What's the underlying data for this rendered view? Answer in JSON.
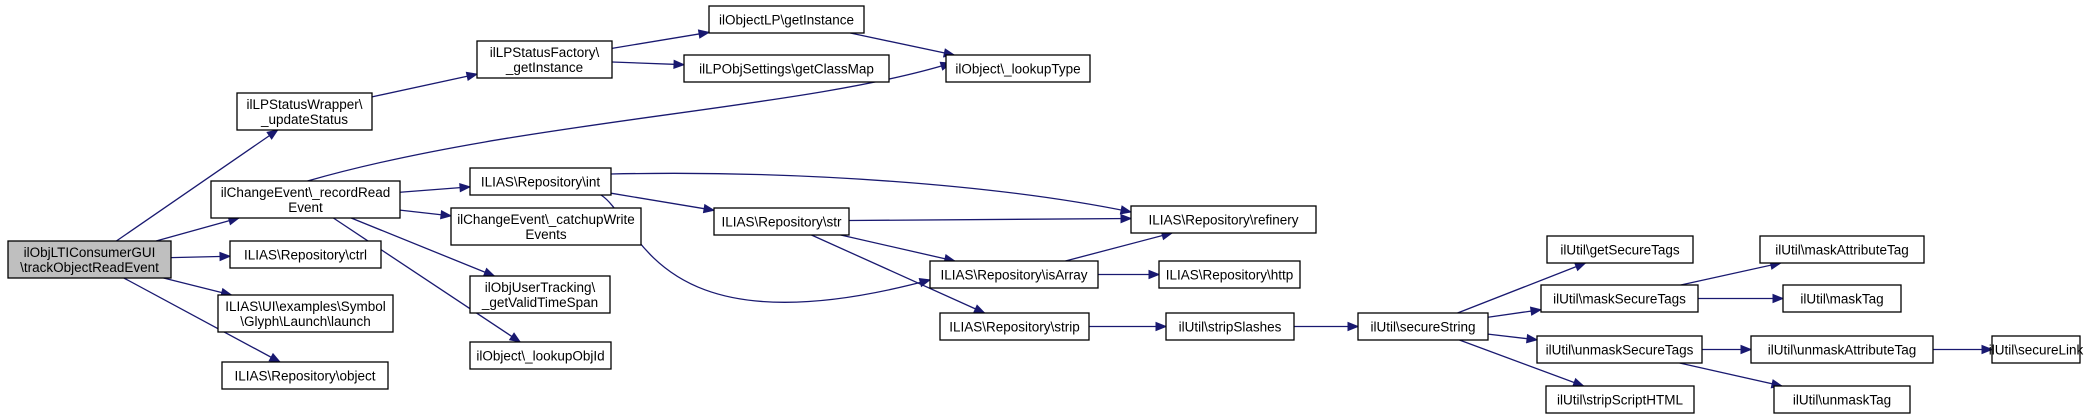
{
  "nodes": [
    {
      "id": "root",
      "lines": [
        "ilObjLTIConsumerGUI",
        "\\trackObjectReadEvent"
      ]
    },
    {
      "id": "lpwrapper",
      "lines": [
        "ilLPStatusWrapper\\",
        "_updateStatus"
      ]
    },
    {
      "id": "lpfactory",
      "lines": [
        "ilLPStatusFactory\\",
        "_getInstance"
      ]
    },
    {
      "id": "objectlp",
      "lines": [
        "ilObjectLP\\getInstance"
      ]
    },
    {
      "id": "lpobjsettings",
      "lines": [
        "ilLPObjSettings\\getClassMap"
      ]
    },
    {
      "id": "lookuptype",
      "lines": [
        "ilObject\\_lookupType"
      ]
    },
    {
      "id": "changeevent",
      "lines": [
        "ilChangeEvent\\_recordRead",
        "Event"
      ]
    },
    {
      "id": "repoint",
      "lines": [
        "ILIAS\\Repository\\int"
      ]
    },
    {
      "id": "catchup",
      "lines": [
        "ilChangeEvent\\_catchupWrite",
        "Events"
      ]
    },
    {
      "id": "usertracking",
      "lines": [
        "ilObjUserTracking\\",
        "_getValidTimeSpan"
      ]
    },
    {
      "id": "lookupobjid",
      "lines": [
        "ilObject\\_lookupObjId"
      ]
    },
    {
      "id": "repoctrl",
      "lines": [
        "ILIAS\\Repository\\ctrl"
      ]
    },
    {
      "id": "launch",
      "lines": [
        "ILIAS\\UI\\examples\\Symbol",
        "\\Glyph\\Launch\\launch"
      ]
    },
    {
      "id": "repoobject",
      "lines": [
        "ILIAS\\Repository\\object"
      ]
    },
    {
      "id": "repostr",
      "lines": [
        "ILIAS\\Repository\\str"
      ]
    },
    {
      "id": "refinery",
      "lines": [
        "ILIAS\\Repository\\refinery"
      ]
    },
    {
      "id": "isarray",
      "lines": [
        "ILIAS\\Repository\\isArray"
      ]
    },
    {
      "id": "http",
      "lines": [
        "ILIAS\\Repository\\http"
      ]
    },
    {
      "id": "strip",
      "lines": [
        "ILIAS\\Repository\\strip"
      ]
    },
    {
      "id": "stripslashes",
      "lines": [
        "ilUtil\\stripSlashes"
      ]
    },
    {
      "id": "securestring",
      "lines": [
        "ilUtil\\secureString"
      ]
    },
    {
      "id": "getsecuretags",
      "lines": [
        "ilUtil\\getSecureTags"
      ]
    },
    {
      "id": "masksecuretags",
      "lines": [
        "ilUtil\\maskSecureTags"
      ]
    },
    {
      "id": "unmasksecuretags",
      "lines": [
        "ilUtil\\unmaskSecureTags"
      ]
    },
    {
      "id": "stripscripthtml",
      "lines": [
        "ilUtil\\stripScriptHTML"
      ]
    },
    {
      "id": "maskattributetag",
      "lines": [
        "ilUtil\\maskAttributeTag"
      ]
    },
    {
      "id": "masktag",
      "lines": [
        "ilUtil\\maskTag"
      ]
    },
    {
      "id": "unmaskattributetag",
      "lines": [
        "ilUtil\\unmaskAttributeTag"
      ]
    },
    {
      "id": "unmasktag",
      "lines": [
        "ilUtil\\unmaskTag"
      ]
    },
    {
      "id": "securelink",
      "lines": [
        "ilUtil\\secureLink"
      ]
    }
  ],
  "edges": [
    [
      "root",
      "lpwrapper"
    ],
    [
      "root",
      "changeevent"
    ],
    [
      "root",
      "repoctrl"
    ],
    [
      "root",
      "launch"
    ],
    [
      "root",
      "repoobject"
    ],
    [
      "lpwrapper",
      "lpfactory"
    ],
    [
      "lpfactory",
      "objectlp"
    ],
    [
      "lpfactory",
      "lpobjsettings"
    ],
    [
      "objectlp",
      "lookuptype"
    ],
    [
      "changeevent",
      "lookuptype"
    ],
    [
      "changeevent",
      "repoint"
    ],
    [
      "changeevent",
      "catchup"
    ],
    [
      "changeevent",
      "usertracking"
    ],
    [
      "changeevent",
      "lookupobjid"
    ],
    [
      "repoint",
      "repostr"
    ],
    [
      "repoint",
      "refinery"
    ],
    [
      "repoint",
      "isarray"
    ],
    [
      "repostr",
      "refinery"
    ],
    [
      "repostr",
      "isarray"
    ],
    [
      "repostr",
      "strip"
    ],
    [
      "isarray",
      "refinery"
    ],
    [
      "isarray",
      "http"
    ],
    [
      "strip",
      "stripslashes"
    ],
    [
      "stripslashes",
      "securestring"
    ],
    [
      "securestring",
      "getsecuretags"
    ],
    [
      "securestring",
      "masksecuretags"
    ],
    [
      "securestring",
      "unmasksecuretags"
    ],
    [
      "securestring",
      "stripscripthtml"
    ],
    [
      "masksecuretags",
      "maskattributetag"
    ],
    [
      "masksecuretags",
      "masktag"
    ],
    [
      "unmasksecuretags",
      "unmaskattributetag"
    ],
    [
      "unmasksecuretags",
      "unmasktag"
    ],
    [
      "unmaskattributetag",
      "securelink"
    ]
  ],
  "colors": {
    "edge": "#191970",
    "root_fill": "#bfbfbf",
    "node_fill": "#ffffff",
    "node_border": "#000000"
  }
}
